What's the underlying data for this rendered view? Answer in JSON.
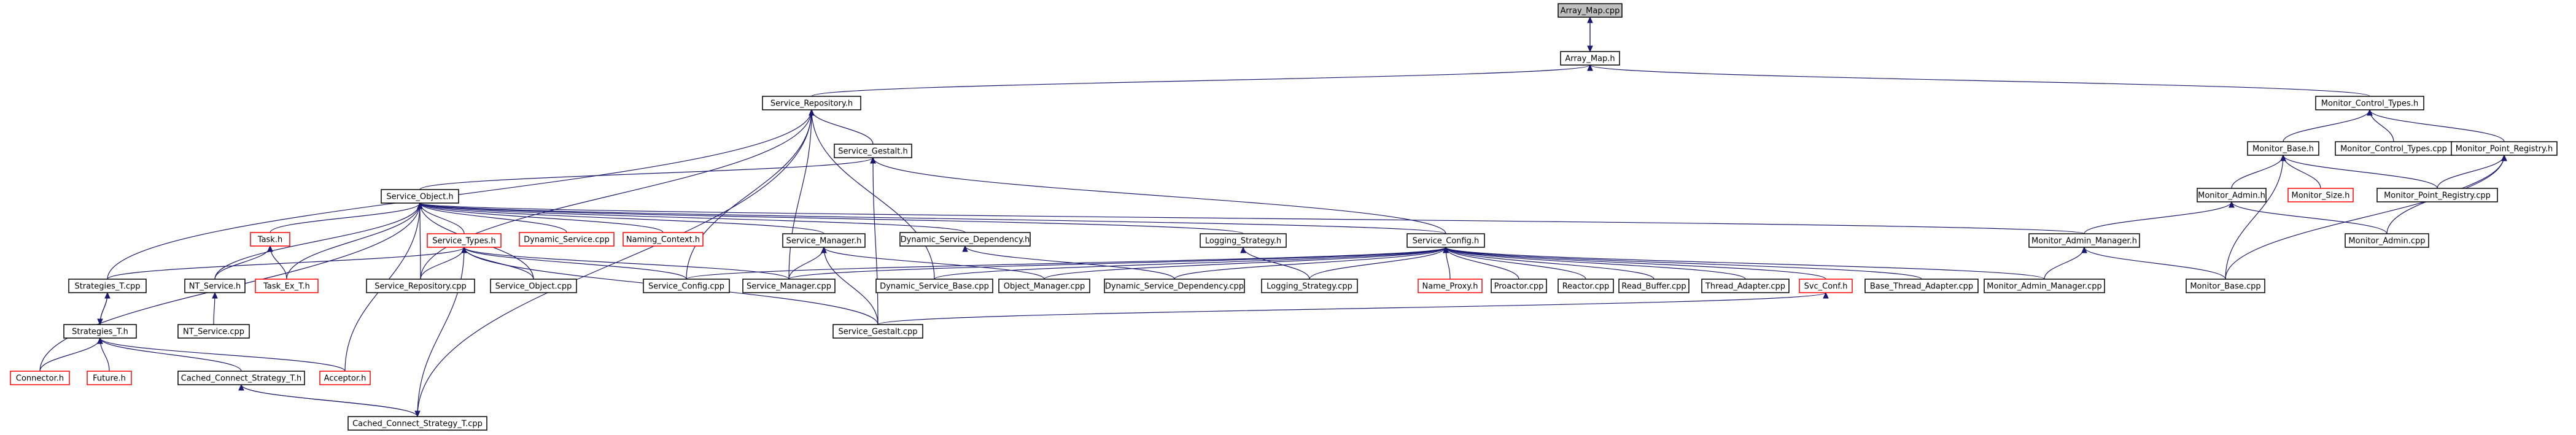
{
  "graph": {
    "title": "Array_Map.cpp",
    "colors": {
      "edge": "#191970",
      "node_border": "#000000",
      "missing_border": "#ff0000",
      "root_fill": "#bfbfbf",
      "background": "#ffffff"
    },
    "nodes": [
      {
        "id": "array_map_cpp",
        "label": "Array_Map.cpp",
        "root": true
      },
      {
        "id": "array_map_h",
        "label": "Array_Map.h"
      },
      {
        "id": "service_repository_h",
        "label": "Service_Repository.h"
      },
      {
        "id": "monitor_control_types_h",
        "label": "Monitor_Control_Types.h"
      },
      {
        "id": "service_gestalt_h",
        "label": "Service_Gestalt.h"
      },
      {
        "id": "monitor_base_h",
        "label": "Monitor_Base.h"
      },
      {
        "id": "monitor_control_types_cpp",
        "label": "Monitor_Control_Types.cpp"
      },
      {
        "id": "monitor_point_registry_h",
        "label": "Monitor_Point_Registry.h"
      },
      {
        "id": "service_object_h",
        "label": "Service_Object.h"
      },
      {
        "id": "monitor_admin_h",
        "label": "Monitor_Admin.h"
      },
      {
        "id": "monitor_size_h",
        "label": "Monitor_Size.h",
        "missing": true
      },
      {
        "id": "monitor_point_registry_cpp",
        "label": "Monitor_Point_Registry.cpp"
      },
      {
        "id": "task_h",
        "label": "Task.h",
        "missing": true
      },
      {
        "id": "dynamic_service_cpp",
        "label": "Dynamic_Service.cpp",
        "missing": true
      },
      {
        "id": "naming_context_h",
        "label": "Naming_Context.h",
        "missing": true
      },
      {
        "id": "dynamic_service_dependency_h",
        "label": "Dynamic_Service_Dependency.h"
      },
      {
        "id": "monitor_admin_manager_h",
        "label": "Monitor_Admin_Manager.h"
      },
      {
        "id": "monitor_admin_cpp",
        "label": "Monitor_Admin.cpp"
      },
      {
        "id": "service_types_h",
        "label": "Service_Types.h",
        "missing": true
      },
      {
        "id": "service_manager_h",
        "label": "Service_Manager.h"
      },
      {
        "id": "logging_strategy_h",
        "label": "Logging_Strategy.h"
      },
      {
        "id": "service_config_h",
        "label": "Service_Config.h"
      },
      {
        "id": "strategies_t_cpp",
        "label": "Strategies_T.cpp"
      },
      {
        "id": "nt_service_h",
        "label": "NT_Service.h"
      },
      {
        "id": "task_ex_t_h",
        "label": "Task_Ex_T.h",
        "missing": true
      },
      {
        "id": "service_repository_cpp",
        "label": "Service_Repository.cpp"
      },
      {
        "id": "service_object_cpp",
        "label": "Service_Object.cpp"
      },
      {
        "id": "service_config_cpp",
        "label": "Service_Config.cpp"
      },
      {
        "id": "service_manager_cpp",
        "label": "Service_Manager.cpp"
      },
      {
        "id": "dynamic_service_base_cpp",
        "label": "Dynamic_Service_Base.cpp"
      },
      {
        "id": "object_manager_cpp",
        "label": "Object_Manager.cpp"
      },
      {
        "id": "dynamic_service_dependency_cpp",
        "label": "Dynamic_Service_Dependency.cpp"
      },
      {
        "id": "logging_strategy_cpp",
        "label": "Logging_Strategy.cpp"
      },
      {
        "id": "name_proxy_h",
        "label": "Name_Proxy.h",
        "missing": true
      },
      {
        "id": "proactor_cpp",
        "label": "Proactor.cpp"
      },
      {
        "id": "reactor_cpp",
        "label": "Reactor.cpp"
      },
      {
        "id": "read_buffer_cpp",
        "label": "Read_Buffer.cpp"
      },
      {
        "id": "thread_adapter_cpp",
        "label": "Thread_Adapter.cpp"
      },
      {
        "id": "svc_conf_h",
        "label": "Svc_Conf.h",
        "missing": true
      },
      {
        "id": "base_thread_adapter_cpp",
        "label": "Base_Thread_Adapter.cpp"
      },
      {
        "id": "monitor_admin_manager_cpp",
        "label": "Monitor_Admin_Manager.cpp"
      },
      {
        "id": "monitor_base_cpp",
        "label": "Monitor_Base.cpp"
      },
      {
        "id": "nt_service_cpp",
        "label": "NT_Service.cpp"
      },
      {
        "id": "service_gestalt_cpp",
        "label": "Service_Gestalt.cpp"
      },
      {
        "id": "strategies_t_h",
        "label": "Strategies_T.h"
      },
      {
        "id": "connector_h",
        "label": "Connector.h",
        "missing": true
      },
      {
        "id": "future_h",
        "label": "Future.h",
        "missing": true
      },
      {
        "id": "cached_connect_strategy_t_h",
        "label": "Cached_Connect_Strategy_T.h"
      },
      {
        "id": "acceptor_h",
        "label": "Acceptor.h",
        "missing": true
      },
      {
        "id": "cached_connect_strategy_t_cpp",
        "label": "Cached_Connect_Strategy_T.cpp"
      }
    ],
    "edges": [
      [
        "array_map_cpp",
        "array_map_h"
      ],
      [
        "array_map_h",
        "array_map_cpp"
      ],
      [
        "array_map_h",
        "service_repository_h"
      ],
      [
        "array_map_h",
        "monitor_control_types_h"
      ],
      [
        "service_repository_h",
        "service_gestalt_h"
      ],
      [
        "service_repository_h",
        "strategies_t_cpp"
      ],
      [
        "service_repository_h",
        "service_repository_cpp"
      ],
      [
        "service_repository_h",
        "service_config_cpp"
      ],
      [
        "service_repository_h",
        "service_manager_cpp"
      ],
      [
        "service_repository_h",
        "dynamic_service_base_cpp"
      ],
      [
        "service_repository_h",
        "cached_connect_strategy_t_cpp"
      ],
      [
        "service_gestalt_h",
        "service_object_h"
      ],
      [
        "service_gestalt_h",
        "service_config_h"
      ],
      [
        "service_gestalt_h",
        "service_gestalt_cpp"
      ],
      [
        "monitor_control_types_h",
        "monitor_base_h"
      ],
      [
        "monitor_control_types_h",
        "monitor_control_types_cpp"
      ],
      [
        "monitor_control_types_h",
        "monitor_point_registry_h"
      ],
      [
        "monitor_base_h",
        "monitor_admin_h"
      ],
      [
        "monitor_base_h",
        "monitor_size_h"
      ],
      [
        "monitor_base_h",
        "monitor_point_registry_cpp"
      ],
      [
        "monitor_base_h",
        "monitor_base_cpp"
      ],
      [
        "monitor_point_registry_h",
        "monitor_point_registry_cpp"
      ],
      [
        "monitor_point_registry_h",
        "monitor_admin_cpp"
      ],
      [
        "monitor_point_registry_h",
        "monitor_base_cpp"
      ],
      [
        "monitor_admin_h",
        "monitor_admin_manager_h"
      ],
      [
        "monitor_admin_h",
        "monitor_admin_cpp"
      ],
      [
        "monitor_admin_manager_h",
        "monitor_admin_manager_cpp"
      ],
      [
        "monitor_admin_manager_h",
        "monitor_base_cpp"
      ],
      [
        "service_object_h",
        "task_h"
      ],
      [
        "service_object_h",
        "dynamic_service_cpp"
      ],
      [
        "service_object_h",
        "naming_context_h"
      ],
      [
        "service_object_h",
        "dynamic_service_dependency_h"
      ],
      [
        "service_object_h",
        "monitor_admin_manager_h"
      ],
      [
        "service_object_h",
        "service_types_h"
      ],
      [
        "service_object_h",
        "service_manager_h"
      ],
      [
        "service_object_h",
        "logging_strategy_h"
      ],
      [
        "service_object_h",
        "service_config_h"
      ],
      [
        "service_object_h",
        "nt_service_h"
      ],
      [
        "service_object_h",
        "task_ex_t_h"
      ],
      [
        "service_object_h",
        "service_object_cpp"
      ],
      [
        "service_object_h",
        "service_repository_cpp"
      ],
      [
        "service_object_h",
        "connector_h"
      ],
      [
        "service_object_h",
        "acceptor_h"
      ],
      [
        "task_h",
        "nt_service_h"
      ],
      [
        "task_h",
        "task_ex_t_h"
      ],
      [
        "nt_service_h",
        "nt_service_cpp"
      ],
      [
        "service_types_h",
        "strategies_t_cpp"
      ],
      [
        "service_types_h",
        "service_repository_cpp"
      ],
      [
        "service_types_h",
        "service_object_cpp"
      ],
      [
        "service_types_h",
        "service_config_cpp"
      ],
      [
        "service_types_h",
        "service_manager_cpp"
      ],
      [
        "service_types_h",
        "service_gestalt_cpp"
      ],
      [
        "service_types_h",
        "cached_connect_strategy_t_cpp"
      ],
      [
        "service_manager_h",
        "service_manager_cpp"
      ],
      [
        "service_manager_h",
        "object_manager_cpp"
      ],
      [
        "service_manager_h",
        "service_gestalt_cpp"
      ],
      [
        "dynamic_service_dependency_h",
        "dynamic_service_dependency_cpp"
      ],
      [
        "logging_strategy_h",
        "logging_strategy_cpp"
      ],
      [
        "service_config_h",
        "service_config_cpp"
      ],
      [
        "service_config_h",
        "service_manager_cpp"
      ],
      [
        "service_config_h",
        "dynamic_service_base_cpp"
      ],
      [
        "service_config_h",
        "object_manager_cpp"
      ],
      [
        "service_config_h",
        "dynamic_service_dependency_cpp"
      ],
      [
        "service_config_h",
        "logging_strategy_cpp"
      ],
      [
        "service_config_h",
        "name_proxy_h"
      ],
      [
        "service_config_h",
        "proactor_cpp"
      ],
      [
        "service_config_h",
        "reactor_cpp"
      ],
      [
        "service_config_h",
        "read_buffer_cpp"
      ],
      [
        "service_config_h",
        "thread_adapter_cpp"
      ],
      [
        "service_config_h",
        "svc_conf_h"
      ],
      [
        "service_config_h",
        "base_thread_adapter_cpp"
      ],
      [
        "service_config_h",
        "monitor_admin_manager_cpp"
      ],
      [
        "svc_conf_h",
        "service_gestalt_cpp"
      ],
      [
        "strategies_t_cpp",
        "strategies_t_h"
      ],
      [
        "strategies_t_h",
        "strategies_t_cpp"
      ],
      [
        "strategies_t_h",
        "connector_h"
      ],
      [
        "strategies_t_h",
        "future_h"
      ],
      [
        "strategies_t_h",
        "cached_connect_strategy_t_h"
      ],
      [
        "strategies_t_h",
        "acceptor_h"
      ],
      [
        "cached_connect_strategy_t_h",
        "cached_connect_strategy_t_cpp"
      ],
      [
        "cached_connect_strategy_t_cpp",
        "cached_connect_strategy_t_h"
      ]
    ]
  }
}
